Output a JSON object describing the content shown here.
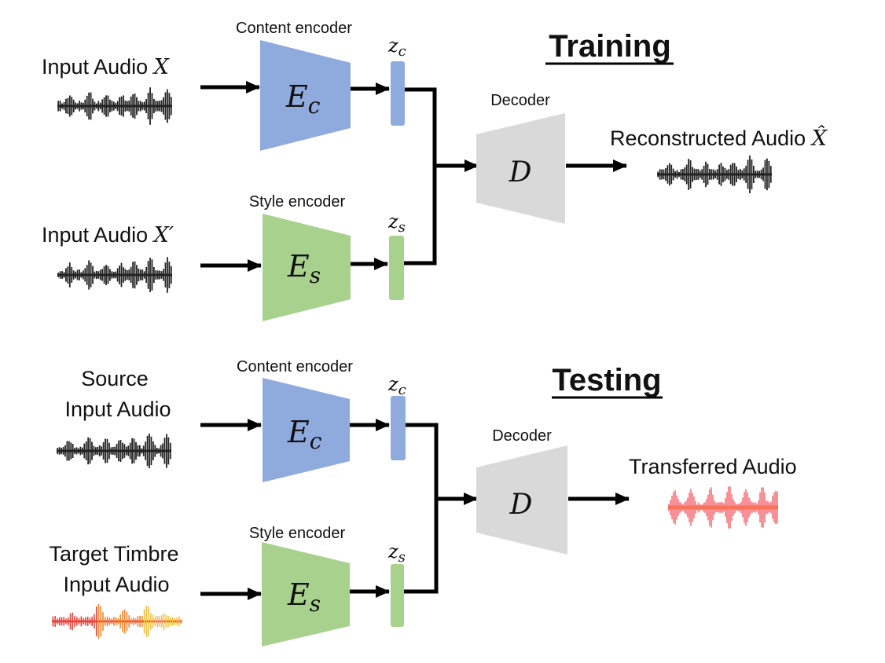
{
  "training": {
    "title": "Training",
    "input1_label": "Input Audio",
    "input1_symbol": "X",
    "input2_label": "Input Audio",
    "input2_symbol": "X′",
    "content_encoder_label": "Content encoder",
    "content_encoder_symbol": "E",
    "content_encoder_sub": "c",
    "style_encoder_label": "Style encoder",
    "style_encoder_symbol": "E",
    "style_encoder_sub": "s",
    "zc_symbol": "z",
    "zc_sub": "c",
    "zs_symbol": "z",
    "zs_sub": "s",
    "decoder_label": "Decoder",
    "decoder_symbol": "D",
    "output_label": "Reconstructed Audio",
    "output_symbol": "X̂"
  },
  "testing": {
    "title": "Testing",
    "input1_label_line1": "Source",
    "input1_label_line2": "Input Audio",
    "input2_label_line1": "Target Timbre",
    "input2_label_line2": "Input Audio",
    "content_encoder_label": "Content encoder",
    "content_encoder_symbol": "E",
    "content_encoder_sub": "c",
    "style_encoder_label": "Style encoder",
    "style_encoder_symbol": "E",
    "style_encoder_sub": "s",
    "zc_symbol": "z",
    "zc_sub": "c",
    "zs_symbol": "z",
    "zs_sub": "s",
    "decoder_label": "Decoder",
    "decoder_symbol": "D",
    "output_label": "Transferred Audio"
  },
  "colors": {
    "content_encoder": "#8faadc",
    "style_encoder": "#a9d18e",
    "decoder": "#d9d9d9",
    "arrow": "#000000"
  }
}
